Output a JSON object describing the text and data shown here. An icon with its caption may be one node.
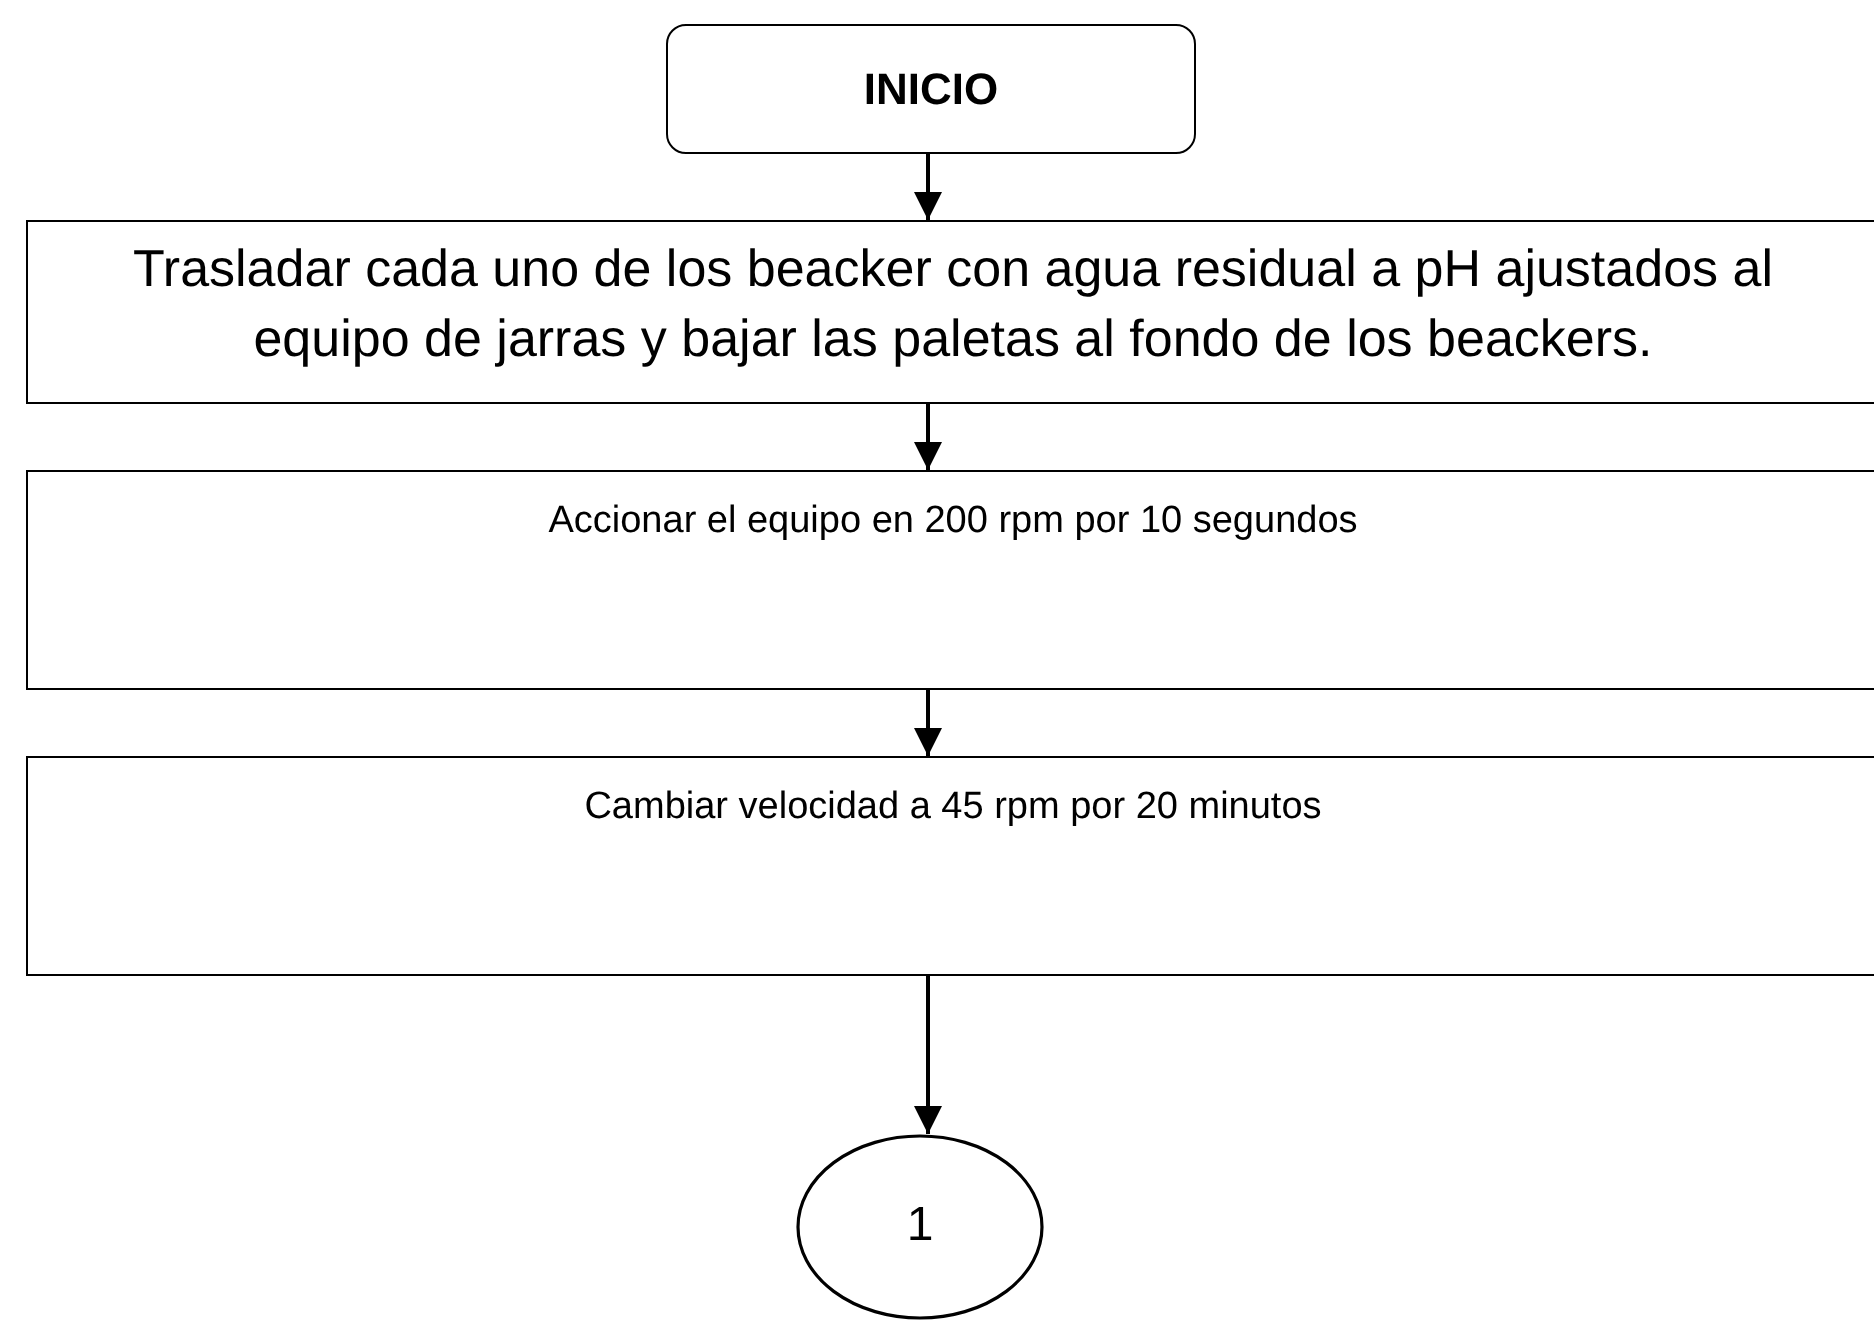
{
  "diagram": {
    "nodes": [
      {
        "text": [
          "INICIO"
        ]
      },
      {
        "text": [
          "Trasladar cada uno de los beacker con agua residual a pH ajustados al equipo de jarras y bajar las paletas al fondo de los beackers."
        ]
      },
      {
        "text": [
          "Accionar el equipo en 200 rpm por 10 segundos"
        ]
      },
      {
        "text": [
          "Cambiar velocidad a 45 rpm por 20 minutos"
        ]
      },
      {
        "text": [
          "1"
        ]
      }
    ],
    "edges": [
      {
        "from": 0,
        "to": 1,
        "arrow": "to"
      },
      {
        "from": 1,
        "to": 2,
        "arrow": "to"
      },
      {
        "from": 2,
        "to": 3,
        "arrow": "to"
      },
      {
        "from": 3,
        "to": 4,
        "arrow": "to"
      }
    ]
  }
}
